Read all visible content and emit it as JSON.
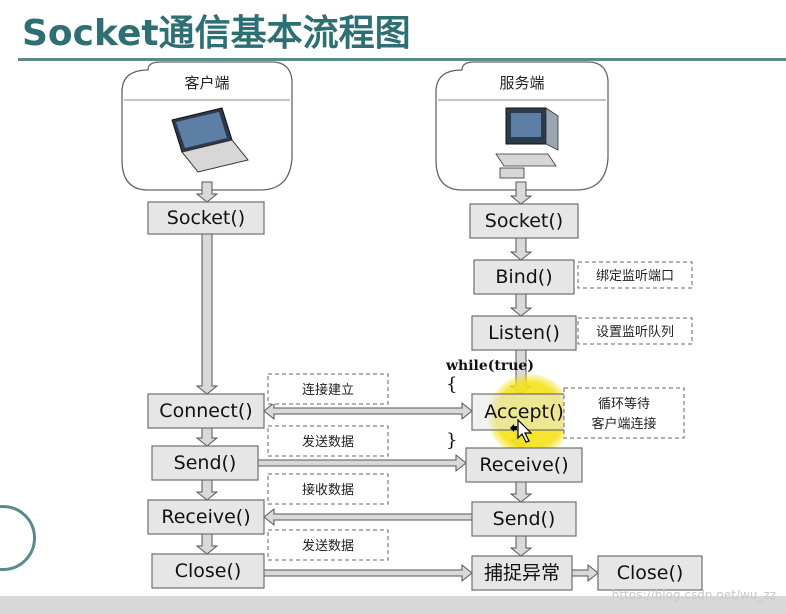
{
  "title": "Socket通信基本流程图",
  "client": {
    "label": "客户端",
    "socket": "Socket()",
    "connect": "Connect()",
    "send": "Send()",
    "receive": "Receive()",
    "close": "Close()"
  },
  "server": {
    "label": "服务端",
    "socket": "Socket()",
    "bind": "Bind()",
    "listen": "Listen()",
    "accept": "Accept()",
    "receive": "Receive()",
    "send": "Send()",
    "catch": "捕捉异常",
    "close": "Close()"
  },
  "notes": {
    "bind": "绑定监听端口",
    "listen": "设置监听队列",
    "accept_line1": "循环等待",
    "accept_line2": "客户端连接",
    "connect": "连接建立",
    "send": "发送数据",
    "receive": "接收数据",
    "close": "发送数据"
  },
  "loop": {
    "label": "while(true)",
    "open": "{",
    "close": "}"
  },
  "watermark": "https://blog.csdn.net/wu_zz",
  "colors": {
    "title": "#2d6f73",
    "box_fill": "#e6e6e6",
    "arrow_fill": "#d9d9d9",
    "highlight": "#f4e21a"
  },
  "icons": {
    "client": "laptop-icon",
    "server": "desktop-computer-icon",
    "cursor": "move-cursor-icon"
  }
}
